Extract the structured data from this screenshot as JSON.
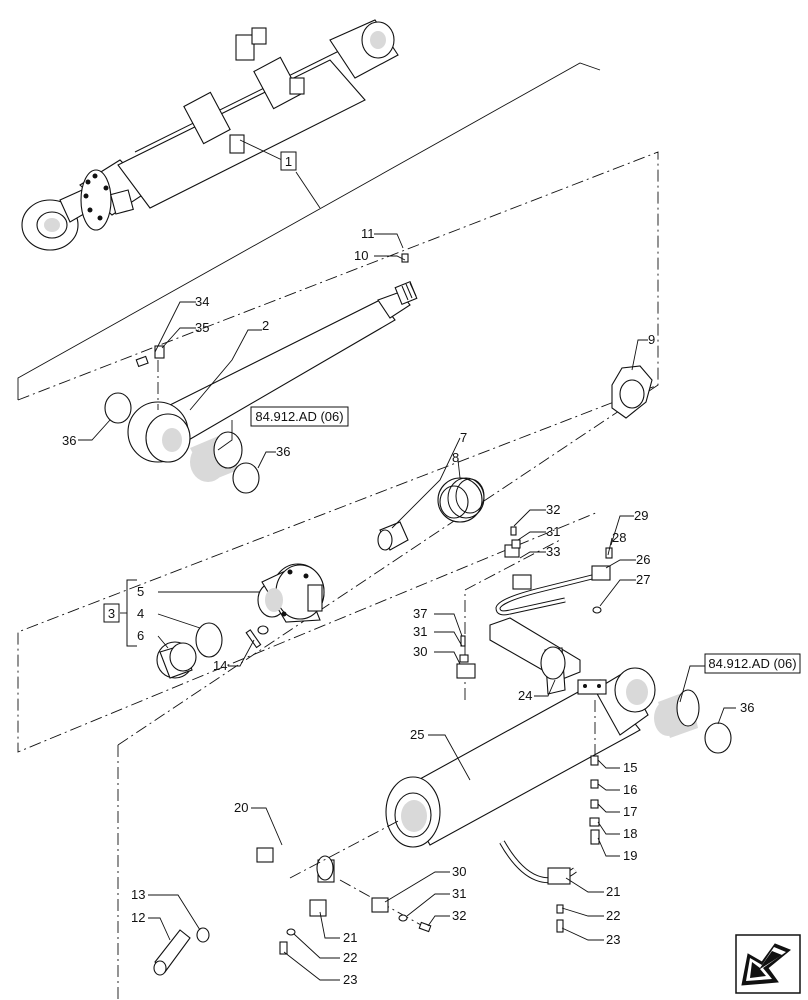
{
  "callouts": {
    "1": "1",
    "2": "2",
    "3": "3",
    "4": "4",
    "5": "5",
    "6": "6",
    "7": "7",
    "8": "8",
    "9": "9",
    "10": "10",
    "11": "11",
    "12": "12",
    "13": "13",
    "14": "14",
    "15": "15",
    "16": "16",
    "17": "17",
    "18": "18",
    "19": "19",
    "20": "20",
    "21": "21",
    "22": "22",
    "23": "23",
    "24": "24",
    "25": "25",
    "26": "26",
    "27": "27",
    "28": "28",
    "29": "29",
    "30": "30",
    "31": "31",
    "32": "32",
    "33": "33",
    "34": "34",
    "35": "35",
    "36": "36",
    "37": "37"
  },
  "references": {
    "rod_end_ref": "84.912.AD (06)",
    "barrel_end_ref": "84.912.AD (06)"
  },
  "nav": {
    "icon": "arrow-nav-icon"
  }
}
